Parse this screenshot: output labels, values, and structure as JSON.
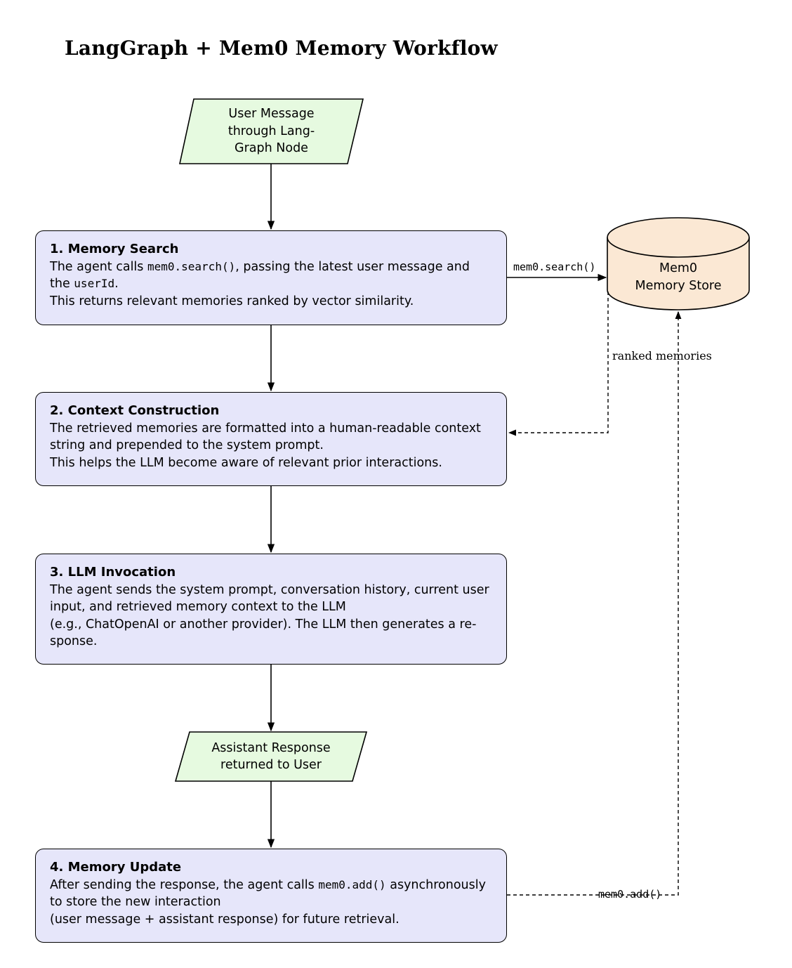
{
  "title": "LangGraph + Mem0 Memory Workflow",
  "input": {
    "lines": [
      "User Message",
      "through Lang-",
      "Graph Node"
    ]
  },
  "output": {
    "lines": [
      "Assistant Response",
      "returned to User"
    ]
  },
  "store": {
    "lines": [
      "Mem0",
      "Memory Store"
    ]
  },
  "steps": [
    {
      "heading": "1. Memory Search",
      "l1_a": "The agent calls ",
      "l1_code": "mem0.search()",
      "l1_b": ", passing the latest user message and",
      "l2_a": "the ",
      "l2_code": "userId",
      "l2_b": ".",
      "l3": "This returns relevant memories ranked by vector similarity."
    },
    {
      "heading": "2. Context Construction",
      "l1": "The retrieved memories are formatted into a human-readable context",
      "l2": "string and prepended to the system prompt.",
      "l3": "This helps the LLM become aware of relevant prior interactions."
    },
    {
      "heading": "3. LLM Invocation",
      "l1": "The agent sends the system prompt, conversation history, current user",
      "l2": "input, and retrieved memory context to the LLM",
      "l3": "(e.g., ChatOpenAI or another provider).  The LLM then generates a re-",
      "l4": "sponse."
    },
    {
      "heading": "4. Memory Update",
      "l1_a": "After sending the response, the agent calls ",
      "l1_code": "mem0.add()",
      "l1_b": " asynchronously",
      "l2": "to store the new interaction",
      "l3": "(user message + assistant response) for future retrieval."
    }
  ],
  "edges": {
    "search_label": "mem0.search()",
    "ranked_label": "ranked memories",
    "add_label": "mem0.add()"
  },
  "colors": {
    "step_fill": "#e6e6fa",
    "io_fill": "#e6fae0",
    "store_fill": "#fbe8d4",
    "stroke": "#000000"
  }
}
